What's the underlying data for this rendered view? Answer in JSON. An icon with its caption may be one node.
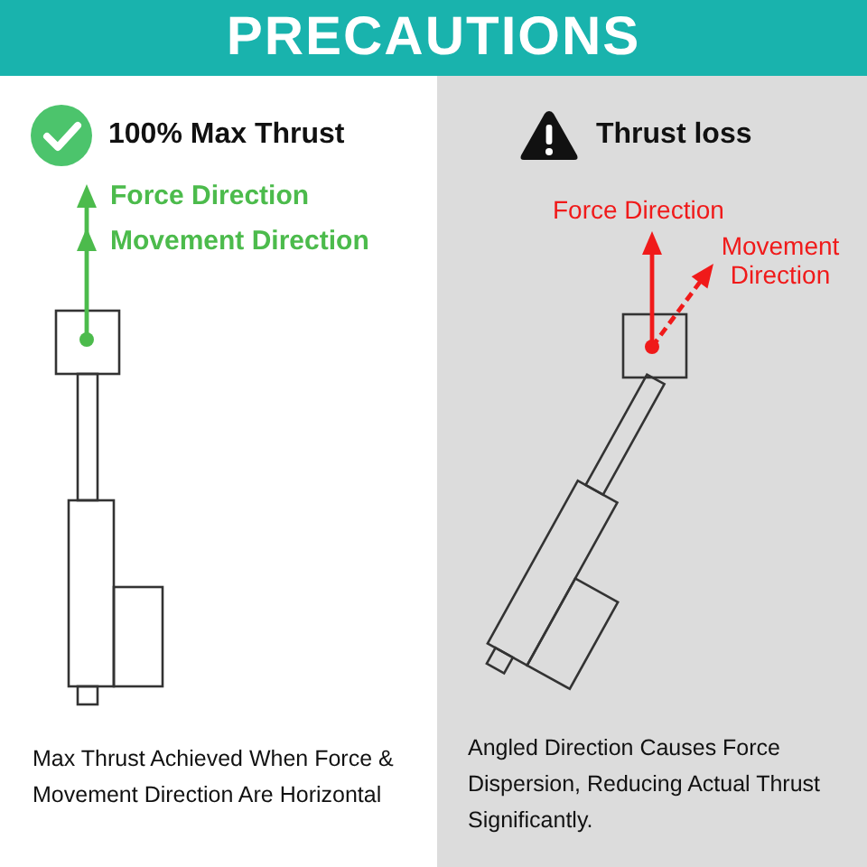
{
  "diagram": {
    "title": "PRECAUTIONS",
    "nodes": [
      {
        "text": [
          "100% Max Thrust",
          "Force Direction",
          "Movement Direction",
          "Max Thrust Achieved When Force & Movement Direction Are Horizontal"
        ]
      },
      {
        "text": [
          "Thrust loss",
          "Force Direction",
          "Movement Direction",
          "Angled Direction Causes Force Dispersion, Reducing Actual Thrust Significantly."
        ]
      }
    ]
  }
}
